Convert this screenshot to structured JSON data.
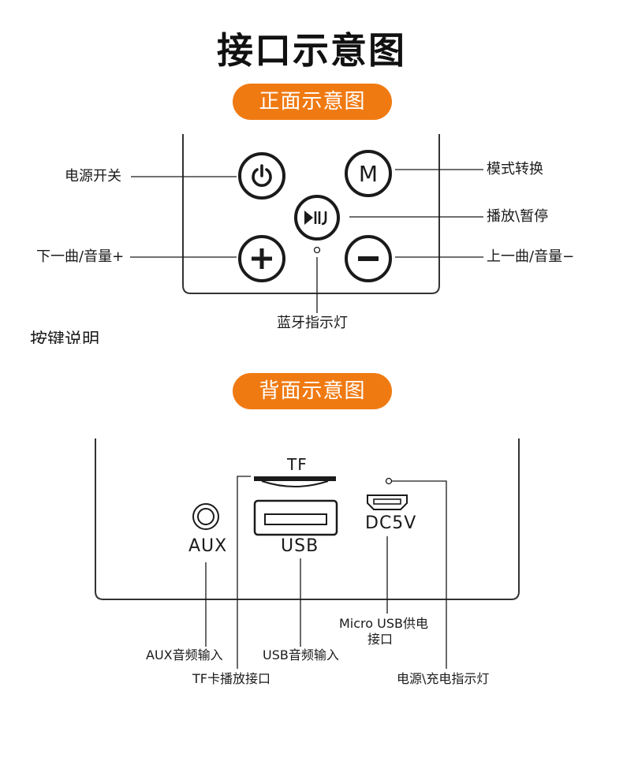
{
  "title": "接口示意图",
  "front": {
    "heading": "正面示意图",
    "buttons": {
      "mode_glyph": "M"
    },
    "labels": {
      "power": "电源开关",
      "mode": "模式转换",
      "play_pause": "播放\\暂停",
      "next_vol_up": "下一曲/音量+",
      "prev_vol_down": "上一曲/音量−",
      "bluetooth_led": "蓝牙指示灯"
    },
    "cut_text": "按键说明"
  },
  "back": {
    "heading": "背面示意图",
    "device_text": {
      "tf": "TF",
      "aux": "AUX",
      "usb": "USB",
      "dc": "DC5V"
    },
    "labels": {
      "aux_input": "AUX音频输入",
      "tf_port": "TF卡播放接口",
      "usb_input": "USB音频输入",
      "micro_usb_line1": "Micro USB供电",
      "micro_usb_line2": "接口",
      "power_led": "电源\\充电指示灯"
    }
  },
  "colors": {
    "accent": "#f07a12",
    "line": "#1a1a1a"
  }
}
